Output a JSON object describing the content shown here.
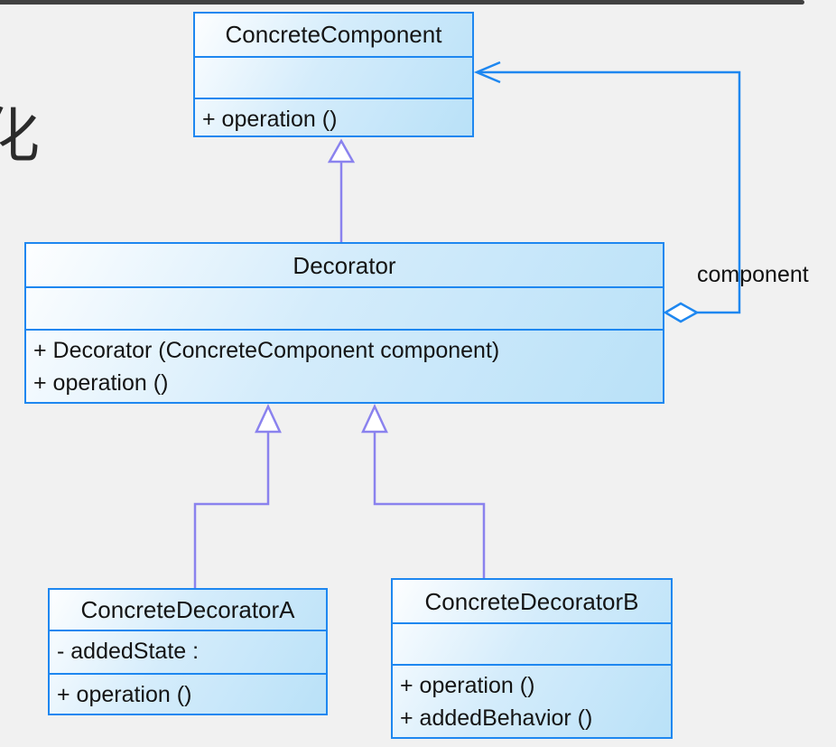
{
  "diagram": {
    "kind": "uml-class-diagram",
    "pattern": "Decorator",
    "partial_text_left_edge": "化"
  },
  "colors": {
    "background": "#f1f1f1",
    "top_bar": "#414141",
    "box_border": "#1e87f0",
    "box_fill_light": "#fdfeff",
    "box_fill_dark": "#b9e1f8",
    "generalization_line": "#8a82ee",
    "association_line": "#1e87f0",
    "text": "#141414"
  },
  "classes": [
    {
      "id": "concrete-component",
      "name": "ConcreteComponent",
      "attributes": [],
      "methods": [
        "+ operation ()"
      ]
    },
    {
      "id": "decorator",
      "name": "Decorator",
      "attributes": [],
      "methods": [
        "+ Decorator (ConcreteComponent component)",
        "+ operation ()"
      ]
    },
    {
      "id": "concrete-decorator-a",
      "name": "ConcreteDecoratorA",
      "attributes": [
        "- addedState :"
      ],
      "methods": [
        "+ operation ()"
      ]
    },
    {
      "id": "concrete-decorator-b",
      "name": "ConcreteDecoratorB",
      "attributes": [],
      "methods": [
        "+ operation ()",
        "+ addedBehavior ()"
      ]
    }
  ],
  "relationships": [
    {
      "type": "generalization",
      "from": "Decorator",
      "to": "ConcreteComponent",
      "label": ""
    },
    {
      "type": "generalization",
      "from": "ConcreteDecoratorA",
      "to": "Decorator",
      "label": ""
    },
    {
      "type": "generalization",
      "from": "ConcreteDecoratorB",
      "to": "Decorator",
      "label": ""
    },
    {
      "type": "aggregation",
      "from": "Decorator",
      "to": "ConcreteComponent",
      "label": "component"
    }
  ]
}
